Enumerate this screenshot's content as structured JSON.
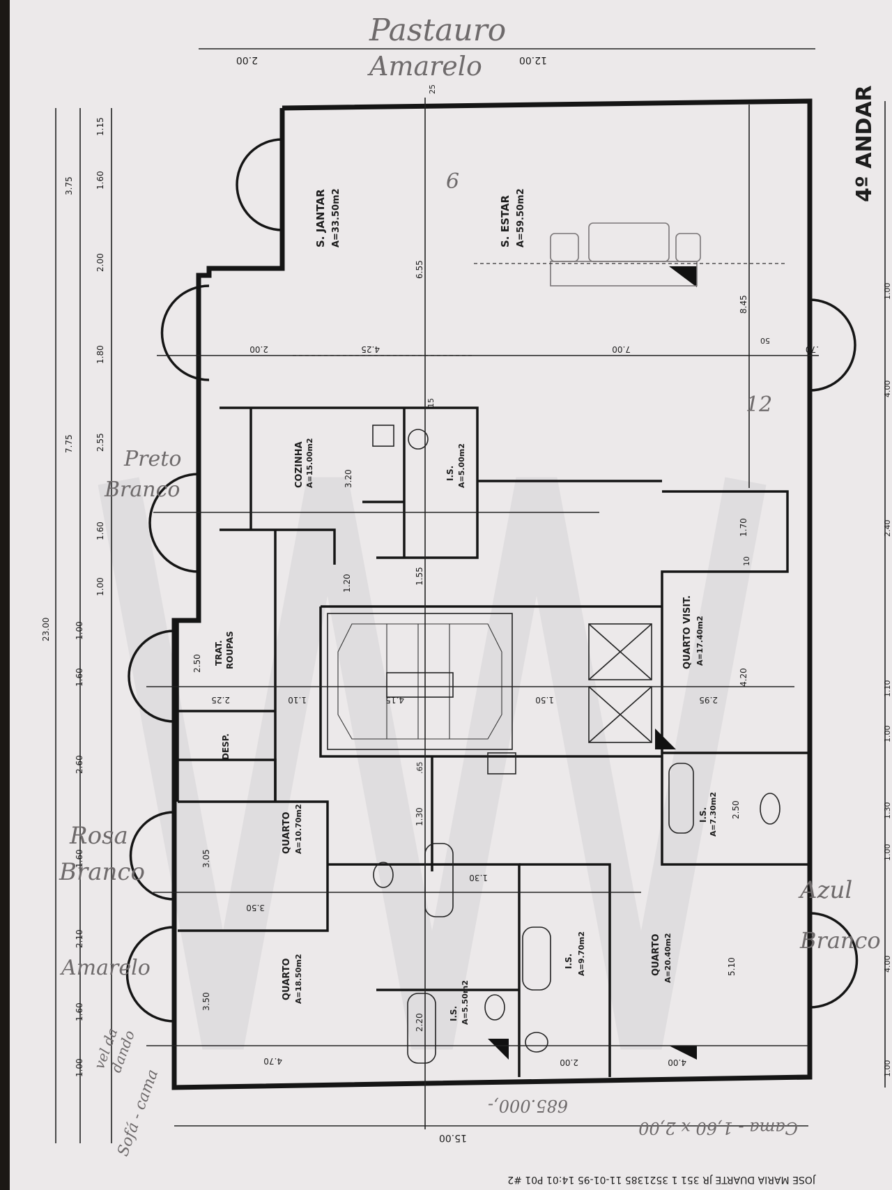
{
  "title": "4º ANDAR",
  "footer": "JOSE MARIA DUARTE JR      351 1 3521385      11-01-95  14:01      P01 #2",
  "rooms": {
    "jantar": {
      "name": "S. JANTAR",
      "area": "A=33.50m2"
    },
    "estar": {
      "name": "S. ESTAR",
      "area": "A=59.50m2"
    },
    "cozinha": {
      "name": "COZINHA",
      "area": "A=15.00m2"
    },
    "is1": {
      "name": "I.S.",
      "area": "A=5.00m2"
    },
    "trat": {
      "name": "TRAT.",
      "name2": "ROUPAS"
    },
    "desp": {
      "name": "DESP."
    },
    "quarto_visit": {
      "name": "QUARTO VISIT.",
      "area": "A=17.40m2"
    },
    "is2": {
      "name": "I.S.",
      "area": "A=7.30m2"
    },
    "quarto1": {
      "name": "QUARTO",
      "area": "A=10.70m2"
    },
    "quarto2": {
      "name": "QUARTO",
      "area": "A=18.50m2"
    },
    "is3": {
      "name": "I.S.",
      "area": "A=5.50m2"
    },
    "is4": {
      "name": "I.S.",
      "area": "A=9.70m2"
    },
    "quarto3": {
      "name": "QUARTO",
      "area": "A=20.40m2"
    }
  },
  "dims_left_outer": [
    "3.75",
    "7.75",
    "23.00"
  ],
  "dims_left_inner": [
    "1.15",
    "1.60",
    "2.00",
    "1.80",
    "2.55",
    "1.60",
    "1.00",
    "1.00",
    "1.60",
    "2.60",
    "1.60",
    "2.10",
    "1.60",
    "1.00"
  ],
  "dims_top": [
    "2.00",
    "12.00"
  ],
  "dims_bottom": "15.00",
  "dims_right": [
    "1.00",
    "4.00",
    "2.40",
    "1.10",
    "1.00",
    "1.30",
    "1.00",
    "4.00",
    "1.00"
  ],
  "dims_inner": {
    "d655": "6.55",
    "d845": "8.45",
    "d200": "2.00",
    "d425": "4.25",
    "d700": "7.00",
    "d70": ".70",
    "d320": "3.20",
    "d120": "1.20",
    "d155": "1.55",
    "d130": "1.30",
    "d305": "3.05",
    "d350a": "3.50",
    "d350b": "3.50",
    "d470": "4.70",
    "d220": "2.20",
    "d250a": "2.50",
    "d225": "2.25",
    "d110": "1.10",
    "d150": "1.50",
    "d415": "4.15",
    "d295": "2.95",
    "d420": "4.20",
    "d170": "1.70",
    "d250b": "2.50",
    "d510": "5.10",
    "d400": "4.00",
    "d200b": "2.00",
    "d130b": "1.30",
    "d65": ".65",
    "d25": "25",
    "d15": "15",
    "d50": "50",
    "d10": "10"
  },
  "notes": {
    "pastauro": "Pastauro",
    "amarelo_top": "Amarelo",
    "preto": "Preto",
    "branco_preto": "Branco",
    "rosa": "Rosa",
    "branco_rosa": "Branco",
    "amarelo_left": "Amarelo",
    "azul": "Azul",
    "branco_azul": "Branco",
    "cama": "Cama - 1,60 x 2,00",
    "price": "685.000,-",
    "sofa": "Sofá - cama",
    "vel_da": "vel da",
    "dando": "dando",
    "n6": "6",
    "n12": "12"
  }
}
